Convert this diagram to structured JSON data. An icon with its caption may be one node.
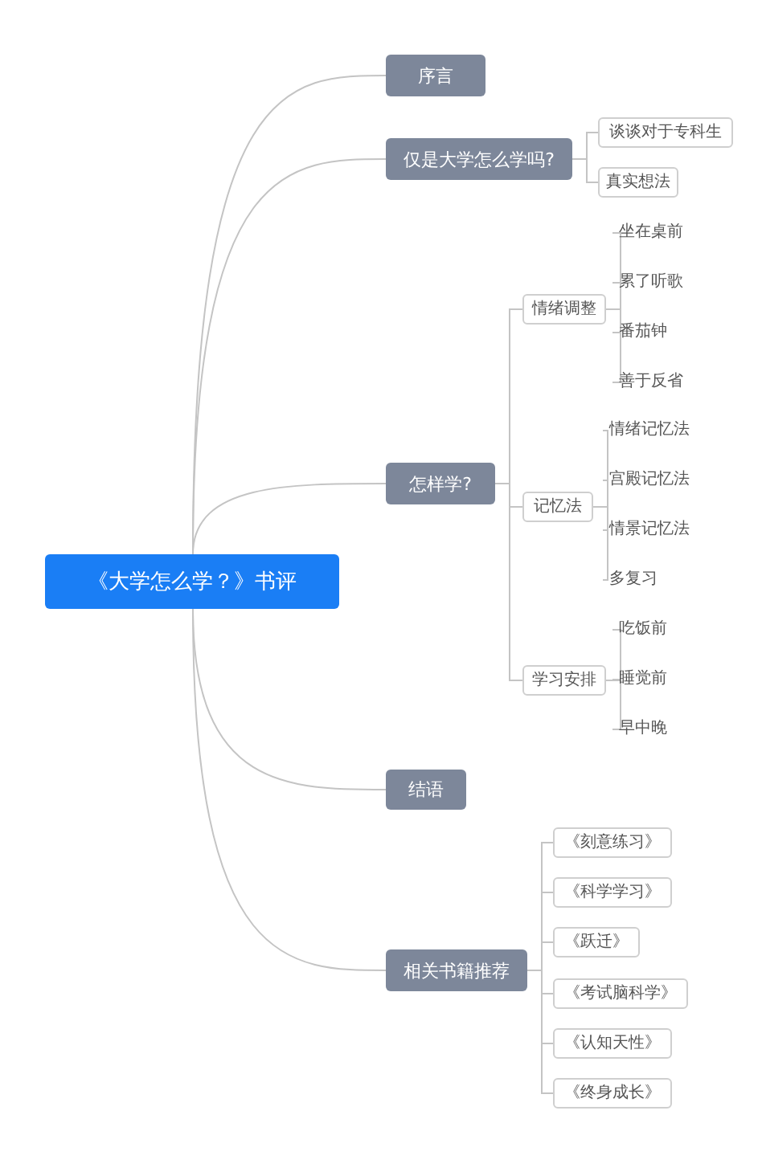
{
  "diagram": {
    "nodes": [
      {
        "text": [
          "《大学怎么学？》书评"
        ]
      },
      {
        "text": [
          "序言"
        ]
      },
      {
        "text": [
          "仅是大学怎么学吗?"
        ]
      },
      {
        "text": [
          "谈谈对于专科生"
        ]
      },
      {
        "text": [
          "真实想法"
        ]
      },
      {
        "text": [
          "怎样学?"
        ]
      },
      {
        "text": [
          "情绪调整"
        ]
      },
      {
        "text": [
          "坐在桌前"
        ]
      },
      {
        "text": [
          "累了听歌"
        ]
      },
      {
        "text": [
          "番茄钟"
        ]
      },
      {
        "text": [
          "善于反省"
        ]
      },
      {
        "text": [
          "记忆法"
        ]
      },
      {
        "text": [
          "情绪记忆法"
        ]
      },
      {
        "text": [
          "宫殿记忆法"
        ]
      },
      {
        "text": [
          "情景记忆法"
        ]
      },
      {
        "text": [
          "多复习"
        ]
      },
      {
        "text": [
          "学习安排"
        ]
      },
      {
        "text": [
          "吃饭前"
        ]
      },
      {
        "text": [
          "睡觉前"
        ]
      },
      {
        "text": [
          "早中晚"
        ]
      },
      {
        "text": [
          "结语"
        ]
      },
      {
        "text": [
          "相关书籍推荐"
        ]
      },
      {
        "text": [
          "《刻意练习》"
        ]
      },
      {
        "text": [
          "《科学学习》"
        ]
      },
      {
        "text": [
          "《跃迁》"
        ]
      },
      {
        "text": [
          "《考试脑科学》"
        ]
      },
      {
        "text": [
          "《认知天性》"
        ]
      },
      {
        "text": [
          "《终身成长》"
        ]
      }
    ],
    "edges": [
      {
        "from": 0,
        "to": 1,
        "arrow": "none"
      },
      {
        "from": 0,
        "to": 2,
        "arrow": "none"
      },
      {
        "from": 0,
        "to": 5,
        "arrow": "none"
      },
      {
        "from": 0,
        "to": 20,
        "arrow": "none"
      },
      {
        "from": 0,
        "to": 21,
        "arrow": "none"
      },
      {
        "from": 2,
        "to": 3,
        "arrow": "none"
      },
      {
        "from": 2,
        "to": 4,
        "arrow": "none"
      },
      {
        "from": 5,
        "to": 6,
        "arrow": "none"
      },
      {
        "from": 5,
        "to": 11,
        "arrow": "none"
      },
      {
        "from": 5,
        "to": 16,
        "arrow": "none"
      },
      {
        "from": 6,
        "to": 7,
        "arrow": "none"
      },
      {
        "from": 6,
        "to": 8,
        "arrow": "none"
      },
      {
        "from": 6,
        "to": 9,
        "arrow": "none"
      },
      {
        "from": 6,
        "to": 10,
        "arrow": "none"
      },
      {
        "from": 11,
        "to": 12,
        "arrow": "none"
      },
      {
        "from": 11,
        "to": 13,
        "arrow": "none"
      },
      {
        "from": 11,
        "to": 14,
        "arrow": "none"
      },
      {
        "from": 11,
        "to": 15,
        "arrow": "none"
      },
      {
        "from": 16,
        "to": 17,
        "arrow": "none"
      },
      {
        "from": 16,
        "to": 18,
        "arrow": "none"
      },
      {
        "from": 16,
        "to": 19,
        "arrow": "none"
      },
      {
        "from": 21,
        "to": 22,
        "arrow": "none"
      },
      {
        "from": 21,
        "to": 23,
        "arrow": "none"
      },
      {
        "from": 21,
        "to": 24,
        "arrow": "none"
      },
      {
        "from": 21,
        "to": 25,
        "arrow": "none"
      },
      {
        "from": 21,
        "to": 26,
        "arrow": "none"
      },
      {
        "from": 21,
        "to": 27,
        "arrow": "none"
      }
    ]
  }
}
